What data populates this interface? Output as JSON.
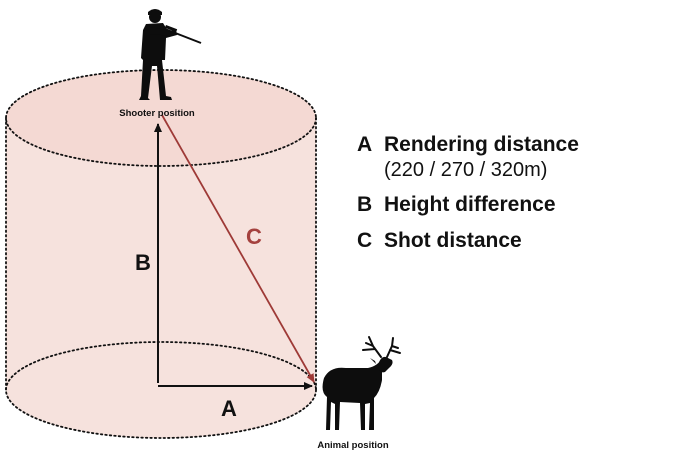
{
  "diagram": {
    "labels": {
      "shooter_position": "Shooter position",
      "animal_position": "Animal position",
      "a": "A",
      "b": "B",
      "c": "C"
    },
    "legend": [
      {
        "key": "A",
        "text": "Rendering distance",
        "sub": "(220 / 270 / 320m)"
      },
      {
        "key": "B",
        "text": "Height difference"
      },
      {
        "key": "C",
        "text": "Shot distance"
      }
    ],
    "colors": {
      "cylinder_fill": "#f6e2dd",
      "dotted_line": "#111111",
      "arrow_black": "#111111",
      "arrow_c": "#9e3a37",
      "label_c": "#a4413e",
      "silhouette": "#0d0d0d"
    },
    "icons": [
      "shooter-silhouette-icon",
      "deer-silhouette-icon"
    ]
  }
}
